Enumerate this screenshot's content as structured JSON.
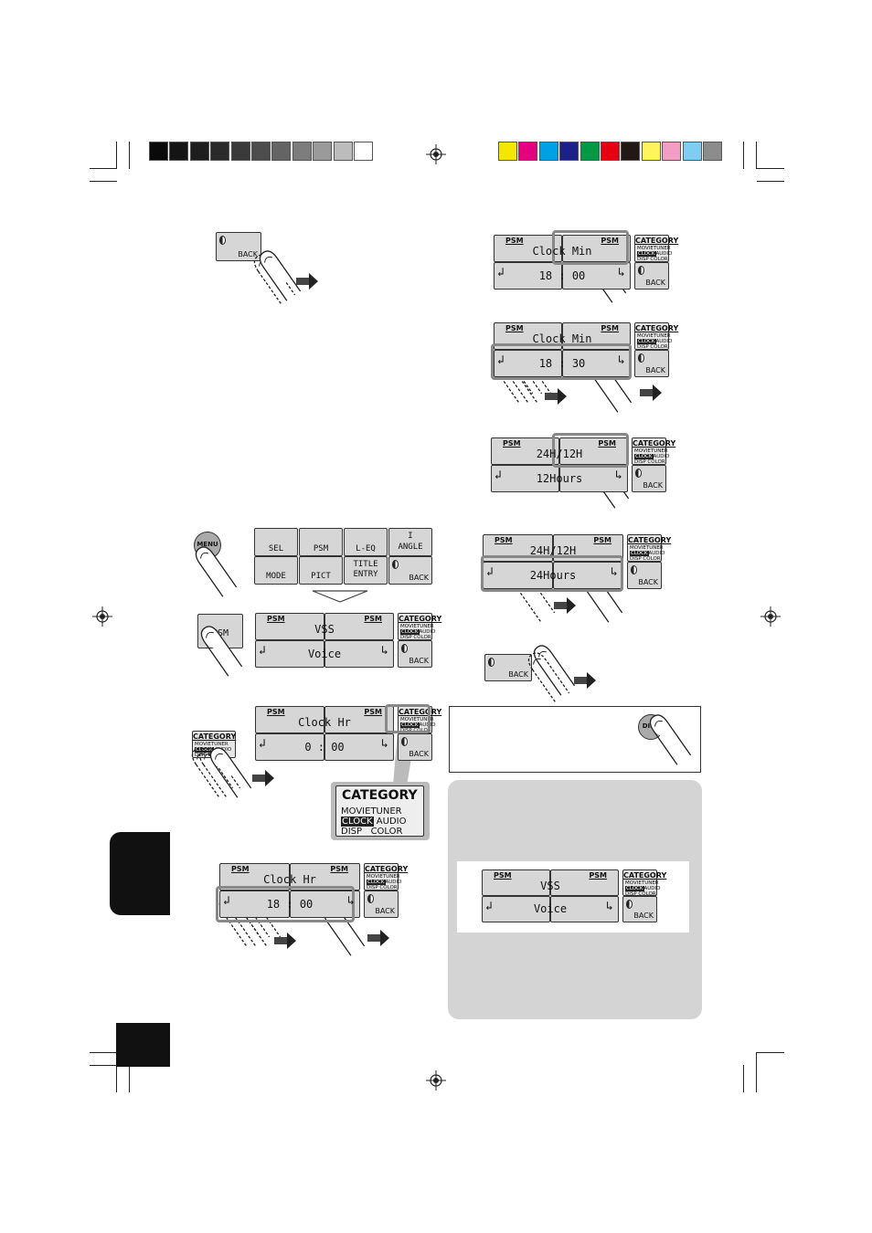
{
  "color_bar": {
    "grays": [
      "#0a0a0a",
      "#141414",
      "#1e1e1e",
      "#2a2a2a",
      "#3a3a3a",
      "#4d4d4d",
      "#646464",
      "#7d7d7d",
      "#9a9a9a",
      "#bcbcbc",
      "#ffffff"
    ],
    "colors": [
      "#f4e600",
      "#e4007f",
      "#00a0e9",
      "#1d2088",
      "#009944",
      "#e60012",
      "#231815",
      "#fff45c",
      "#f19ec2",
      "#7ecef4",
      "#8c8c8c"
    ]
  },
  "keys": {
    "back": "BACK",
    "psm": "PSM",
    "menu": "MENU",
    "disp": "DISP",
    "category": "CATEGORY",
    "sel": "SEL",
    "l_eq": "L-EQ",
    "angle_1": "I",
    "angle_2": "ANGLE",
    "mode": "MODE",
    "pict": "PICT",
    "title_1": "TITLE",
    "title_2": "ENTRY"
  },
  "category_rows": {
    "row1": [
      "MOVIE",
      "TUNER"
    ],
    "row2": [
      "CLOCK",
      "AUDIO"
    ],
    "row3": [
      "DISP",
      "COLOR"
    ]
  },
  "screens": {
    "vss": {
      "top": "VSS",
      "bottom": "Voice"
    },
    "clock_hr_0": {
      "top": "Clock Hr",
      "bottom": "0 : 00"
    },
    "clock_hr_18": {
      "top": "Clock Hr",
      "bottom": "18 : 00"
    },
    "clock_min_00": {
      "top": "Clock Min",
      "bottom": "18 : 00"
    },
    "clock_min_30": {
      "top": "Clock Min",
      "bottom": "18 : 30"
    },
    "h12": {
      "top": "24H/12H",
      "bottom": "12Hours"
    },
    "h24": {
      "top": "24H/12H",
      "bottom": "24Hours"
    },
    "summary_vss": {
      "top": "VSS",
      "bottom": "Voice"
    }
  }
}
